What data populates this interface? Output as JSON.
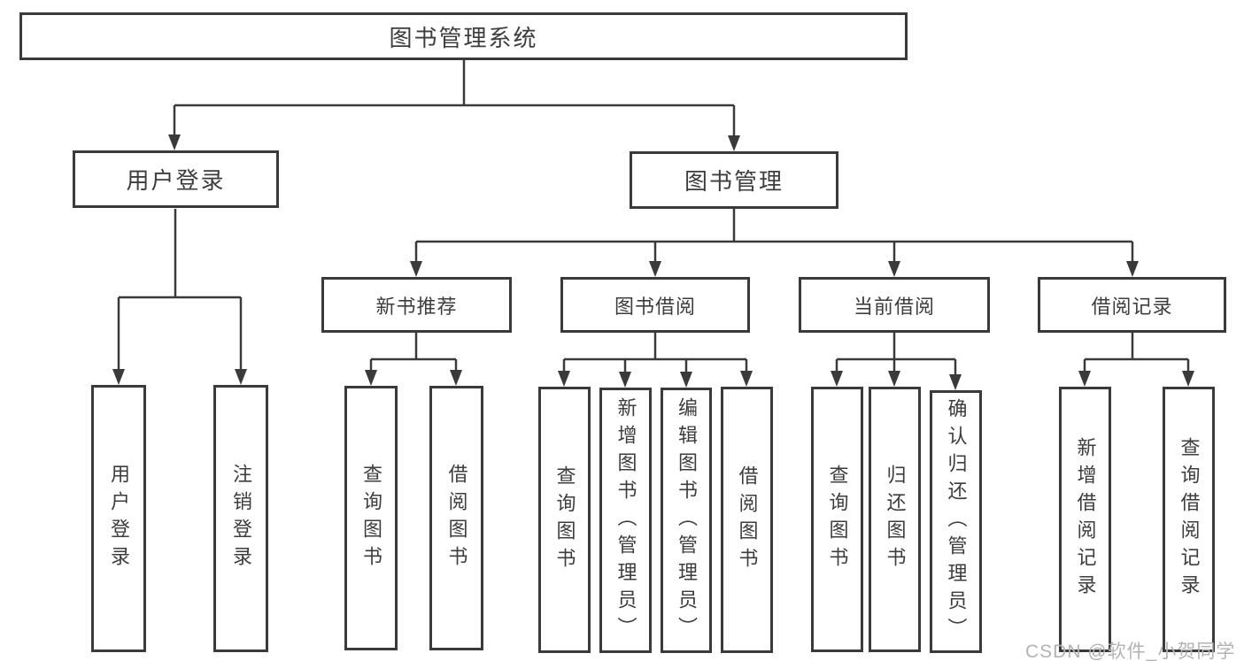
{
  "tree": {
    "root": {
      "label": "图书管理系统"
    },
    "branches": [
      {
        "label": "用户登录",
        "leaves": [
          "用户登录",
          "注销登录"
        ]
      },
      {
        "label": "图书管理",
        "sections": [
          {
            "label": "新书推荐",
            "leaves": [
              "查询图书",
              "借阅图书"
            ]
          },
          {
            "label": "图书借阅",
            "leaves": [
              "查询图书",
              "新增图书（管理员）",
              "编辑图书（管理员）",
              "借阅图书"
            ]
          },
          {
            "label": "当前借阅",
            "leaves": [
              "查询图书",
              "归还图书",
              "确认归还（管理员）"
            ]
          },
          {
            "label": "借阅记录",
            "leaves": [
              "新增借阅记录",
              "查询借阅记录"
            ]
          }
        ]
      }
    ]
  },
  "watermark": {
    "text": "CSDN @软件_小贺同学"
  },
  "colors": {
    "line": "#3a3a3a",
    "text": "#3d3d3d",
    "watermark": "#b3b3b3",
    "background": "#ffffff"
  }
}
